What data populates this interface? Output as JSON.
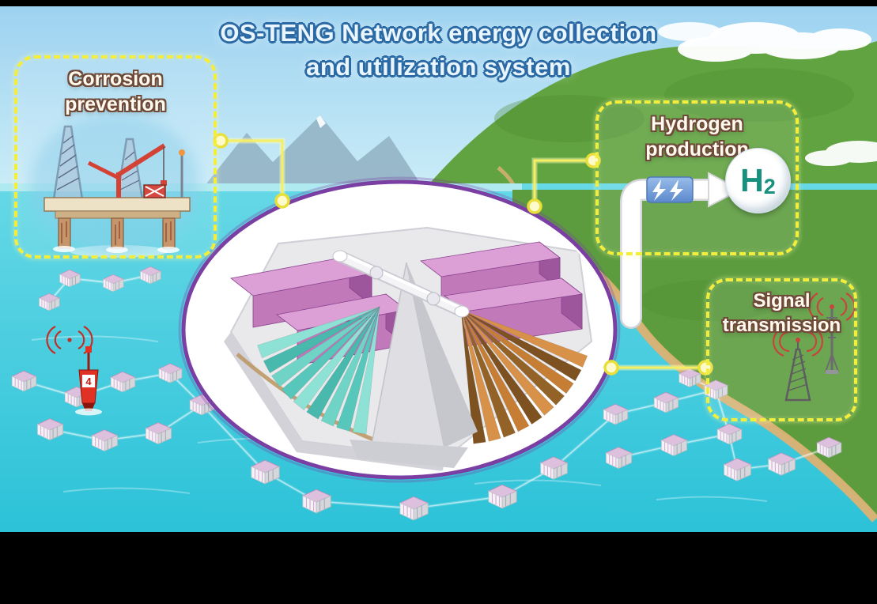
{
  "title": {
    "line1": "OS-TENG Network energy collection",
    "line2": "and utilization system"
  },
  "callouts": {
    "corrosion": {
      "line1": "Corrosion",
      "line2": "prevention"
    },
    "hydrogen": {
      "line1": "Hydrogen",
      "line2": "production"
    },
    "signal": {
      "line1": "Signal",
      "line2": "transmission"
    }
  },
  "hydrogen_product": {
    "symbol": "H",
    "subscript": "2"
  },
  "buoy": {
    "label": "4"
  },
  "icons": {
    "oil_rig": "oil-rig-icon",
    "signal_waves": "signal-waves-icon",
    "buoy": "buoy-icon",
    "lightning_stamp": "lightning-bolt-icon",
    "hydrogen_arrow": "hydrogen-arrow-icon",
    "radio_tower": "radio-tower-icon",
    "antenna_mast": "antenna-mast-icon",
    "teng_device": "os-teng-device-icon",
    "teng_unit": "teng-unit-icon",
    "connector_node": "connector-node-icon"
  },
  "colors": {
    "sky": "#a9d9f2",
    "ocean": "#3ecbdd",
    "hill_green": "#5f9e3e",
    "beach_tan": "#ddb273",
    "accent_yellow_dashed": "#f3ee3c",
    "connector_yellow": "#f6ef62",
    "ellipse_ring_purple": "#7b3fa3",
    "device_pink": "#c279ba",
    "fan_teal": "#57c7bb",
    "fan_orange": "#c57e33",
    "h2_text_teal": "#17907e",
    "signal_red": "#c03028",
    "title_blue_outline": "#2b6aa4"
  }
}
